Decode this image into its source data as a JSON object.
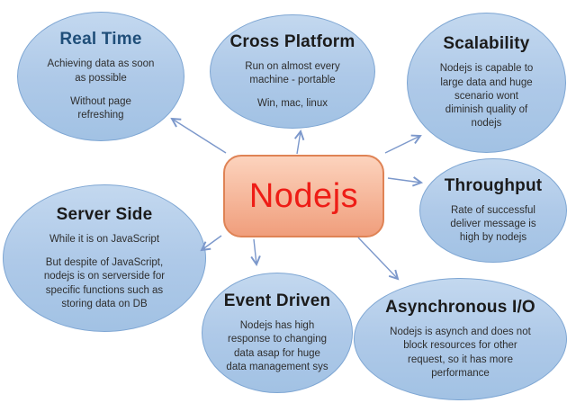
{
  "colors": {
    "ellipse-top": "#c3d8ef",
    "ellipse-mid": "#aec9e8",
    "ellipse-bottom": "#a2c2e4",
    "ellipse-border": "#7ea6d3",
    "box-top": "#fcd3bd",
    "box-bottom": "#f09e7c",
    "box-border": "#df8355",
    "nodejs-red": "#ee1d16",
    "title-navy": "#1f4e79",
    "title-dark": "#1b1b1b",
    "body-text": "#2e2e2e",
    "arrow-blue": "#7c98cb"
  },
  "center": {
    "label": "Nodejs"
  },
  "nodes": [
    {
      "id": "real-time",
      "title": "Real Time",
      "paragraphs": [
        "Achieving data as soon\nas possible",
        "Without page\nrefreshing"
      ]
    },
    {
      "id": "cross-platform",
      "title": "Cross Platform",
      "paragraphs": [
        "Run on almost every\nmachine - portable",
        "Win, mac, linux"
      ]
    },
    {
      "id": "scalability",
      "title": "Scalability",
      "paragraphs": [
        "Nodejs is capable to\nlarge data and huge\nscenario wont\ndiminish quality of\nnodejs"
      ]
    },
    {
      "id": "server-side",
      "title": "Server Side",
      "paragraphs": [
        "While it is on JavaScript",
        "But despite of JavaScript,\nnodejs is on serverside for\nspecific functions such as\nstoring data on DB"
      ]
    },
    {
      "id": "throughput",
      "title": "Throughput",
      "paragraphs": [
        "Rate of successful\ndeliver message is\nhigh by nodejs"
      ]
    },
    {
      "id": "event-driven",
      "title": "Event Driven",
      "paragraphs": [
        "Nodejs has high\nresponse to changing\ndata asap for huge\ndata management sys"
      ]
    },
    {
      "id": "asynchronous-io",
      "title": "Asynchronous I/O",
      "paragraphs": [
        "Nodejs is asynch and does not\nblock resources for other\nrequest, so it has more\nperformance"
      ]
    }
  ],
  "connections": [
    {
      "from": "Nodejs",
      "to": "Real Time"
    },
    {
      "from": "Nodejs",
      "to": "Cross Platform"
    },
    {
      "from": "Nodejs",
      "to": "Scalability"
    },
    {
      "from": "Nodejs",
      "to": "Throughput"
    },
    {
      "from": "Nodejs",
      "to": "Server Side"
    },
    {
      "from": "Nodejs",
      "to": "Event Driven"
    },
    {
      "from": "Nodejs",
      "to": "Asynchronous I/O"
    }
  ]
}
